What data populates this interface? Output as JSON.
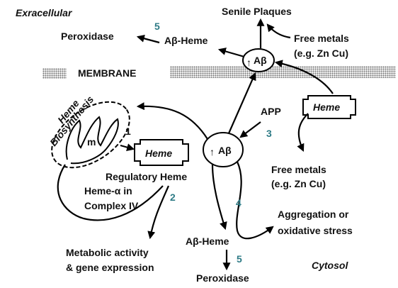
{
  "colors": {
    "step_number": "#2e7b86",
    "membrane": "#9a9a9a",
    "text": "#111111"
  },
  "regions": {
    "extracellular": "Exracellular",
    "cytosol": "Cytosol"
  },
  "membrane": {
    "label": "MEMBRANE"
  },
  "mitochondrion": {
    "label_line1": "Heme",
    "label_line2": "Biosynthesis",
    "m_label": "m",
    "step": "1"
  },
  "labels": {
    "senile_plaques": "Senile Plaques",
    "peroxidase_top": "Peroxidase",
    "abeta_heme_top": "Aβ-Heme",
    "free_metals_top_1": "Free metals",
    "free_metals_top_2": "(e.g. Zn Cu)",
    "membrane_abeta": "Aβ",
    "app": "APP",
    "heme_app": "Heme",
    "heme_box": "Heme",
    "regulatory_heme": "Regulatory Heme",
    "heme_alpha_1": "Heme-α in",
    "heme_alpha_2": "Complex IV",
    "abeta_center": "Aβ",
    "free_metals_mid_1": "Free metals",
    "free_metals_mid_2": "(e.g. Zn Cu)",
    "aggregation_1": "Aggregation or",
    "aggregation_2": "oxidative stress",
    "abeta_heme_bottom": "Aβ-Heme",
    "peroxidase_bottom": "Peroxidase",
    "metabolic_1": "Metabolic activity",
    "metabolic_2": "& gene expression",
    "up_arrow": "↑"
  },
  "step_numbers": {
    "s2": "2",
    "s3": "3",
    "s4": "4",
    "s5_top": "5",
    "s5_bottom": "5"
  }
}
